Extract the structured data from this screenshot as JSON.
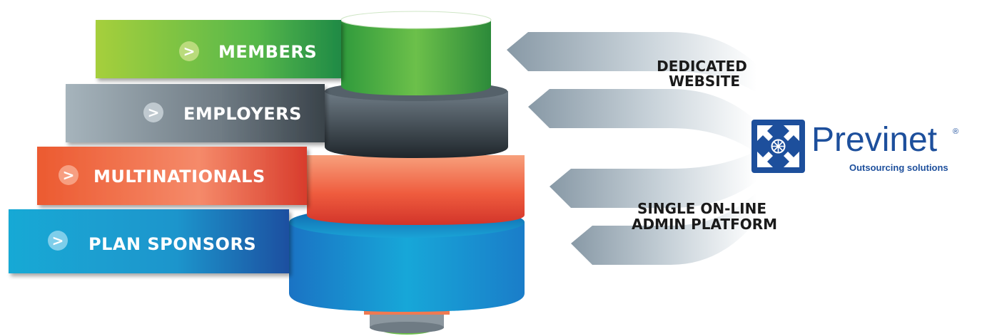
{
  "ribbons": [
    {
      "label": "MEMBERS",
      "icon": "chevron-right-icon",
      "color": "#7cc242"
    },
    {
      "label": "EMPLOYERS",
      "icon": "chevron-right-icon",
      "color": "#7a8690"
    },
    {
      "label": "MULTINATIONALS",
      "icon": "chevron-right-icon",
      "color": "#ee5a36"
    },
    {
      "label": "PLAN SPONSORS",
      "icon": "chevron-right-icon",
      "color": "#22a8d2"
    }
  ],
  "chevron_symbol": ">",
  "channels": [
    {
      "line1": "DEDICATED",
      "line2": "WEBSITE"
    },
    {
      "line1": "SINGLE ON-LINE",
      "line2": "ADMIN PLATFORM"
    }
  ],
  "brand": {
    "name": "Previnet",
    "registered": "®",
    "tagline": "Outsourcing solutions",
    "logo_icon": "previnet-arrows-logo-icon",
    "color": "#1d4f9c"
  }
}
